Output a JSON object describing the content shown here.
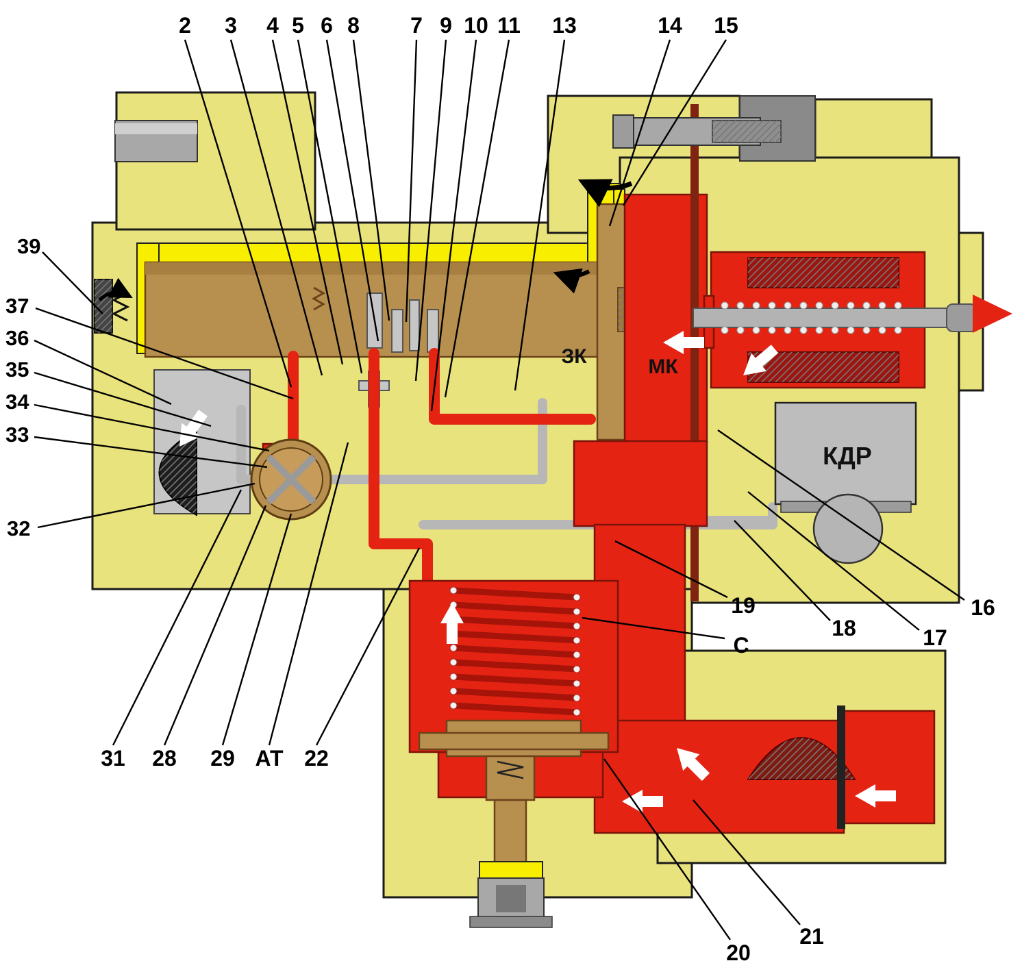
{
  "callouts": {
    "top": [
      "2",
      "3",
      "4",
      "5",
      "6",
      "8",
      "7",
      "9",
      "10",
      "11",
      "13",
      "14",
      "15"
    ],
    "left": [
      "39",
      "37",
      "36",
      "35",
      "34",
      "33",
      "32"
    ],
    "bottom_left": [
      "31",
      "28",
      "29",
      "АТ",
      "22"
    ],
    "right_side": [
      "19",
      "18",
      "17",
      "16"
    ],
    "letter_c": "С",
    "bottom_right": [
      "20",
      "21"
    ]
  },
  "chamber_labels": {
    "zk": "ЗК",
    "mk": "МК",
    "kdr": "КДР"
  },
  "colors": {
    "body_yellow": "#e9e37d",
    "bright_yellow": "#f8ef00",
    "red": "#e42313",
    "dark_red": "#7e1a10",
    "maroon": "#9c1510",
    "tan": "#b7904f",
    "gray": "#a8a8a8",
    "outline": "#1a1a1a",
    "arrow_white": "#ffffff"
  }
}
